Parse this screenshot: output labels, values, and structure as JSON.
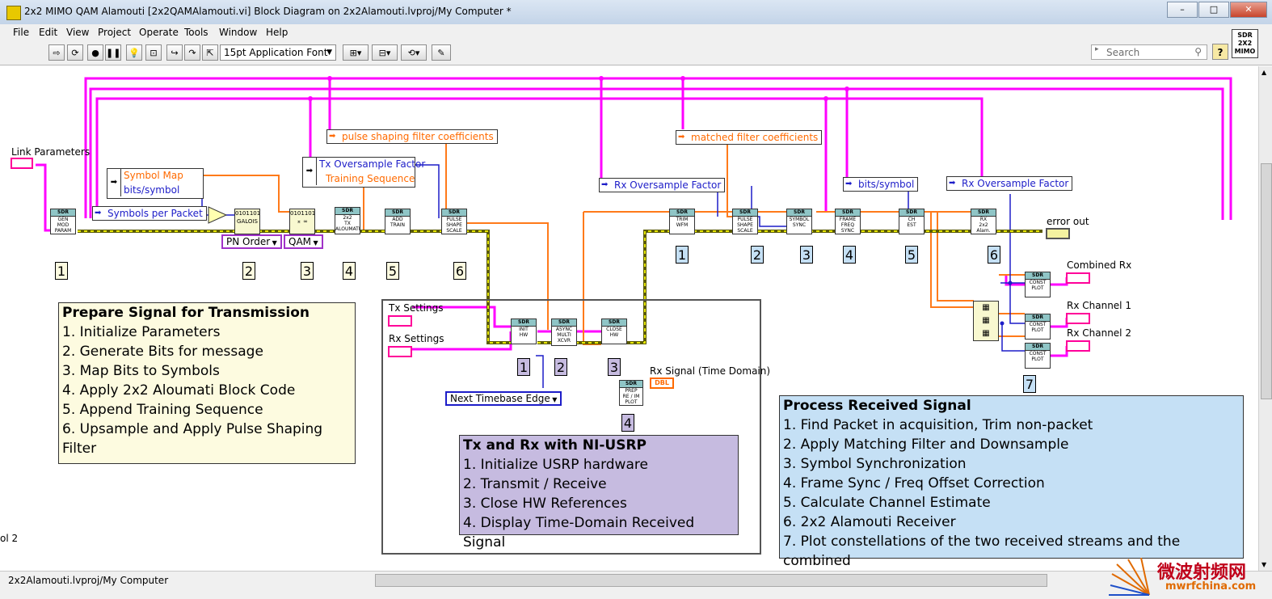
{
  "window": {
    "title": "2x2 MIMO QAM Alamouti [2x2QAMAlamouti.vi] Block Diagram on 2x2Alamouti.lvproj/My Computer *",
    "minimize": "–",
    "maximize": "□",
    "close": "✕"
  },
  "menu": [
    "File",
    "Edit",
    "View",
    "Project",
    "Operate",
    "Tools",
    "Window",
    "Help"
  ],
  "toolbar": {
    "font": "15pt Application Font",
    "search_placeholder": "Search",
    "help": "?",
    "logo_top": "SDR",
    "logo_mid": "2X2",
    "logo_bot": "MIMO"
  },
  "status": {
    "path": "2x2Alamouti.lvproj/My Computer",
    "left_fragment": "ol 2"
  },
  "diagram": {
    "labels": {
      "link_params": "Link Parameters",
      "pulse_coeffs": "pulse shaping filter coefficients",
      "matched_coeffs": "matched filter coefficients",
      "symbol_map": "Symbol Map",
      "bits_symbol": "bits/symbol",
      "symbols_per_packet": "Symbols per Packet",
      "tx_oversample": "Tx Oversample Factor",
      "training_seq": "Training Sequence",
      "rx_oversample": "Rx Oversample Factor",
      "bits_symbol_rx": "bits/symbol",
      "rx_oversample_2": "Rx Oversample Factor",
      "error_out": "error out",
      "combined_rx": "Combined Rx",
      "rx_channel_1": "Rx Channel 1",
      "rx_channel_2": "Rx Channel 2",
      "tx_settings": "Tx Settings",
      "rx_settings": "Rx Settings",
      "rx_signal": "Rx Signal (Time Domain)",
      "pn_order": "PN Order",
      "qam": "QAM",
      "next_timebase": "Next Timebase Edge",
      "dbl": "DBL"
    },
    "nodes": {
      "gen": [
        "SDR",
        "GEN",
        "MOD",
        "PARAM"
      ],
      "galois": [
        "0101101",
        "GALOIS"
      ],
      "map": [
        "0101101",
        "⌅ ∞"
      ],
      "tx_alam": [
        "SDR",
        "2x2",
        "TX",
        "ALOUMATI"
      ],
      "add_train": [
        "SDR",
        "ADD",
        "TRAIN"
      ],
      "pulse_scale": [
        "SDR",
        "PULSE",
        "SHAPE",
        "SCALE"
      ],
      "init_hw": [
        "SDR",
        "INIT",
        "HW"
      ],
      "async": [
        "SDR",
        "ASYNC",
        "MULTI",
        "XCVR"
      ],
      "close_hw": [
        "SDR",
        "CLOSE",
        "HW"
      ],
      "prep": [
        "SDR",
        "PREP",
        "RE / IM",
        "PLOT"
      ],
      "trim": [
        "SDR",
        "TRIM",
        "WFM"
      ],
      "rx_pulse": [
        "SDR",
        "PULSE",
        "SHAPE",
        "SCALE"
      ],
      "sym_sync": [
        "SDR",
        "SYMBOL",
        "SYNC"
      ],
      "frame_freq": [
        "SDR",
        "FRAME",
        "FREQ",
        "SYNC"
      ],
      "ch_est": [
        "SDR",
        "CH",
        "EST"
      ],
      "rx_alam": [
        "SDR",
        "RX",
        "2x2",
        "Alam."
      ],
      "const1": [
        "SDR",
        "CONST",
        "PLOT"
      ],
      "const2": [
        "SDR",
        "CONST",
        "PLOT"
      ],
      "const3": [
        "SDR",
        "CONST",
        "PLOT"
      ]
    },
    "tx_steps": [
      "1",
      "2",
      "3",
      "4",
      "5",
      "6"
    ],
    "usrp_steps": [
      "1",
      "2",
      "3",
      "4"
    ],
    "rx_steps": [
      "1",
      "2",
      "3",
      "4",
      "5",
      "6",
      "7"
    ],
    "comments": {
      "tx": {
        "title": "Prepare Signal for Transmission",
        "lines": [
          "1. Initialize Parameters",
          "2. Generate Bits for message",
          "3. Map Bits to Symbols",
          "4. Apply 2x2 Aloumati Block Code",
          "5. Append Training Sequence",
          "6. Upsample and Apply Pulse Shaping Filter"
        ]
      },
      "usrp": {
        "title": "Tx and Rx with NI-USRP",
        "lines": [
          "1. Initialize USRP hardware",
          "2. Transmit / Receive",
          "3. Close HW References",
          "4. Display Time-Domain Received Signal"
        ]
      },
      "rx": {
        "title": "Process Received Signal",
        "lines": [
          "1. Find Packet in acquisition, Trim non-packet",
          "2. Apply Matching Filter and Downsample",
          "3. Symbol Synchronization",
          "4. Frame Sync / Freq Offset Correction",
          "5. Calculate Channel Estimate",
          "6. 2x2 Alamouti Receiver",
          "7. Plot constellations of the two received streams and the combined"
        ]
      }
    }
  },
  "watermark": {
    "cn": "微波射频网",
    "url": "mwrfchina.com"
  },
  "colors": {
    "cluster": "#ff00ff",
    "numeric": "#ff6a00",
    "int": "#1d1dc8",
    "error": "#c8c800",
    "tx_comment": "#fdfbe0",
    "usrp_comment": "#c6bbe0",
    "rx_comment": "#c5e0f5"
  }
}
